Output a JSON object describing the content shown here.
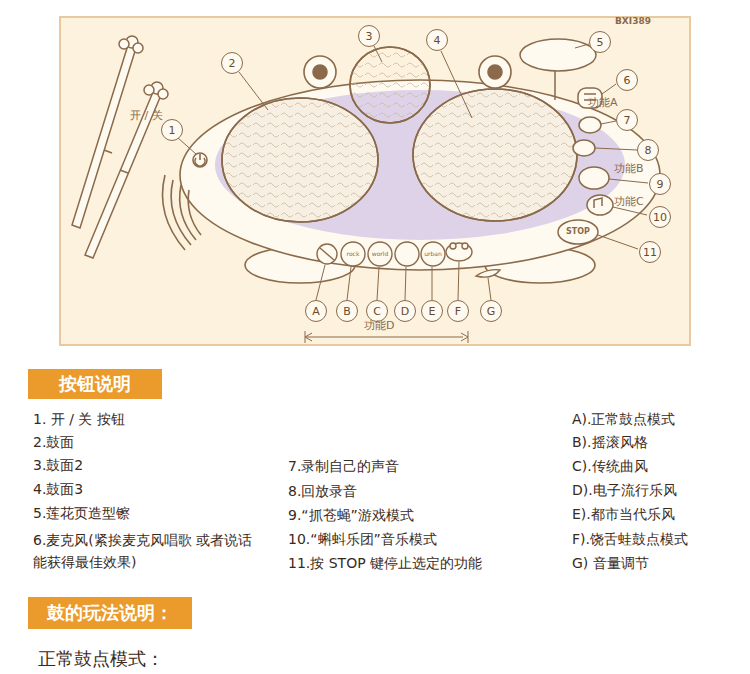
{
  "diagram": {
    "nodes": [
      {
        "text": [
          "1"
        ]
      },
      {
        "text": [
          "2"
        ]
      },
      {
        "text": [
          "3"
        ]
      },
      {
        "text": [
          "4"
        ]
      },
      {
        "text": [
          "5"
        ]
      },
      {
        "text": [
          "6"
        ]
      },
      {
        "text": [
          "7"
        ]
      },
      {
        "text": [
          "8"
        ]
      },
      {
        "text": [
          "9"
        ]
      },
      {
        "text": [
          "10"
        ]
      },
      {
        "text": [
          "11"
        ]
      },
      {
        "text": [
          "A"
        ]
      },
      {
        "text": [
          "B"
        ]
      },
      {
        "text": [
          "C"
        ]
      },
      {
        "text": [
          "D"
        ]
      },
      {
        "text": [
          "E"
        ]
      },
      {
        "text": [
          "F"
        ]
      },
      {
        "text": [
          "G"
        ]
      },
      {
        "text": [
          "按钮说明"
        ]
      },
      {
        "text": [
          "鼓的玩法说明："
        ]
      }
    ],
    "edges": [],
    "labels": [
      "BXI389",
      "开 / 关",
      "功能A",
      "功能B",
      "功能C",
      "功能D",
      "rock",
      "world",
      "urban",
      "STOP",
      "1. 开 / 关 按钮",
      "2.鼓面",
      "3.鼓面2",
      "4.鼓面3",
      "5.莲花页造型镲",
      "6.麦克风(紧挨麦克风唱歌 或者说话能获得最佳效果)",
      "7.录制自己的声音",
      "8.回放录音",
      "9.“抓苍蝇”游戏模式",
      "10.“蝌蚪乐团”音乐模式",
      "11.按 STOP 键停止选定的功能",
      "A).正常鼓点模式",
      "B).摇滚风格",
      "C).传统曲风",
      "D).电子流行乐风",
      "E).都市当代乐风",
      "F).饶舌蛙鼓点模式",
      "G)    音量调节",
      "正常鼓点模式："
    ]
  }
}
